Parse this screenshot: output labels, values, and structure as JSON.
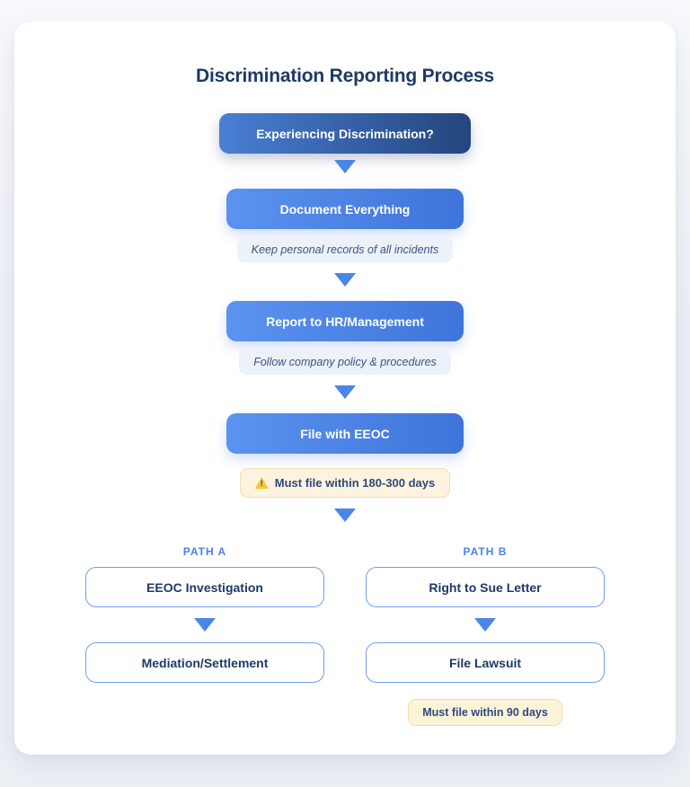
{
  "title": "Discrimination Reporting Process",
  "flow": {
    "start": "Experiencing Discrimination?",
    "steps": [
      {
        "label": "Document Everything",
        "note": "Keep personal records of all incidents"
      },
      {
        "label": "Report to HR/Management",
        "note": "Follow company policy & procedures"
      },
      {
        "label": "File with EEOC",
        "warning": "Must file within 180-300 days",
        "warning_icon_glyph": "!"
      }
    ],
    "paths": [
      {
        "name": "PATH A",
        "steps": [
          "EEOC Investigation",
          "Mediation/Settlement"
        ]
      },
      {
        "name": "PATH B",
        "steps": [
          "Right to Sue Letter",
          "File Lawsuit"
        ],
        "note": "Must file within 90 days"
      }
    ]
  },
  "colors": {
    "page_background": "#edf0f6",
    "card_background": "#ffffff",
    "title_text": "#1e3a68",
    "start_node_gradient": [
      "#4a7fd4",
      "#24457d"
    ],
    "step_node_gradient": [
      "#5b93ef",
      "#3f74da"
    ],
    "arrow": "#4a86e8",
    "note_background": "#edf1f9",
    "note_text": "#3a5388",
    "warning_background": "#fdf3de",
    "warning_border": "#f4ddae",
    "warning_text": "#2c4a7e",
    "warning_icon": "#f5c33b",
    "path_label": "#4a82e8",
    "path_node_border": "#6aa0f2",
    "path_node_text": "#1e3a68"
  }
}
